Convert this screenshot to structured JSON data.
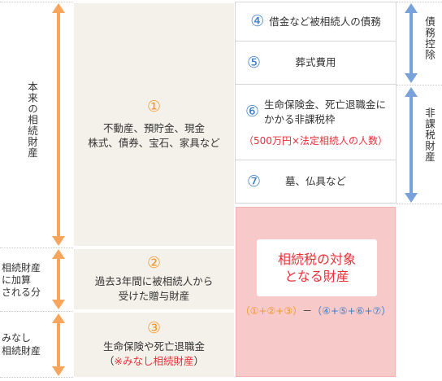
{
  "left_labels": {
    "original": "本来の相続財産",
    "added": [
      "相続財産",
      "に加算",
      "される分"
    ],
    "deemed": [
      "みなし",
      "相続財産"
    ]
  },
  "assets": [
    {
      "number": "①",
      "lines": [
        "不動産、預貯金、現金",
        "株式、債券、宝石、家具など"
      ]
    },
    {
      "number": "②",
      "lines": [
        "過去3年間に被相続人から",
        "受けた贈与財産"
      ]
    },
    {
      "number": "③",
      "lines": [
        "生命保険や死亡退職金"
      ],
      "note_open": "（",
      "note": "※みなし相続財産",
      "note_close": "）"
    }
  ],
  "deductions": [
    {
      "number": "④",
      "label": "借金など被相続人の債務"
    },
    {
      "number": "⑤",
      "label": "葬式費用"
    },
    {
      "number": "⑥",
      "lines": [
        "生命保険金、死亡退職金に",
        "かかる非課税枠"
      ],
      "note": "（500万円×法定相続人の人数）"
    },
    {
      "number": "⑦",
      "label": "墓、仏具など"
    }
  ],
  "taxable": {
    "title_lines": [
      "相続税の対象",
      "となる財産"
    ],
    "formula_plus": "（①+②+③）",
    "formula_minus": "－",
    "formula_deduct": "（④+⑤+⑥+⑦）"
  },
  "right_labels": {
    "debt": "債務控除",
    "nontaxable": "非課税財産"
  },
  "colors": {
    "orange_arrow": "#f6a55b",
    "blue_arrow": "#7aa2da",
    "pink_box": "#f8c9c9",
    "red_text": "#e8303a"
  }
}
